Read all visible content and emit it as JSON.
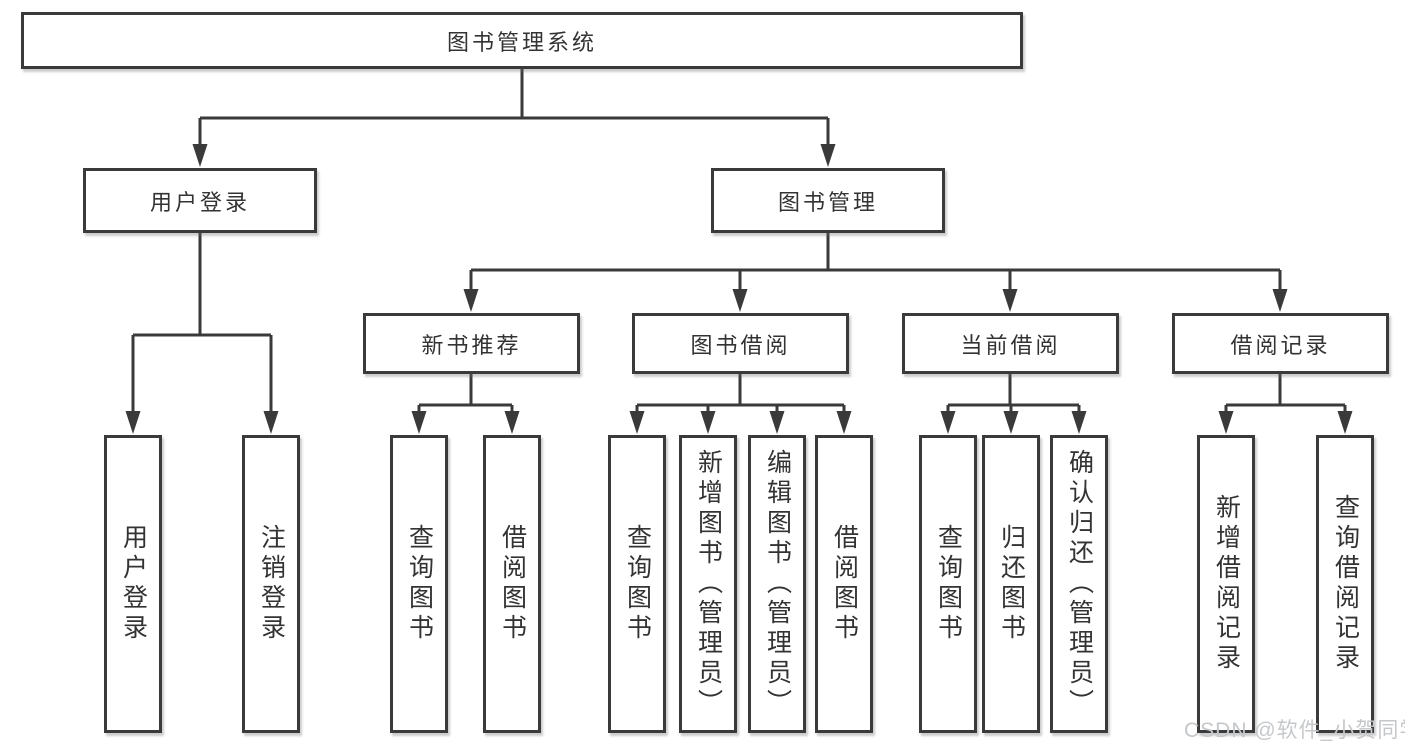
{
  "theme": {
    "line": "#3a3a3a",
    "text": "#333333",
    "bg": "#ffffff",
    "wm": "#c5c8cb"
  },
  "watermark": {
    "text": "CSDN @软件_小贺同学"
  },
  "tree": {
    "label": "图书管理系统",
    "children": [
      {
        "label": "用户登录",
        "children": [
          {
            "label": "用户登录"
          },
          {
            "label": "注销登录"
          }
        ]
      },
      {
        "label": "图书管理",
        "children": [
          {
            "label": "新书推荐",
            "children": [
              {
                "label": "查询图书"
              },
              {
                "label": "借阅图书"
              }
            ]
          },
          {
            "label": "图书借阅",
            "children": [
              {
                "label": "查询图书"
              },
              {
                "label": "新增图书（管理员）"
              },
              {
                "label": "编辑图书（管理员）"
              },
              {
                "label": "借阅图书"
              }
            ]
          },
          {
            "label": "当前借阅",
            "children": [
              {
                "label": "查询图书"
              },
              {
                "label": "归还图书"
              },
              {
                "label": "确认归还（管理员）"
              }
            ]
          },
          {
            "label": "借阅记录",
            "children": [
              {
                "label": "新增借阅记录"
              },
              {
                "label": "查询借阅记录"
              }
            ]
          }
        ]
      }
    ]
  }
}
